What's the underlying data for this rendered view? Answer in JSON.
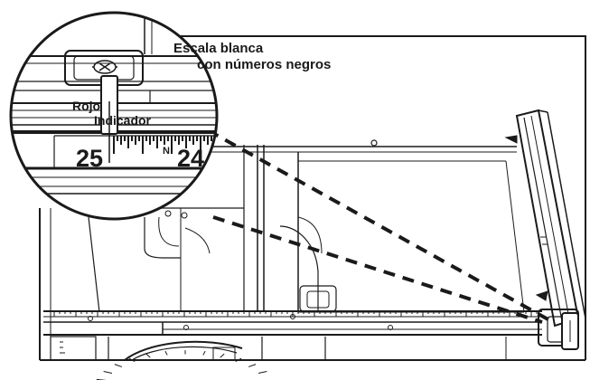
{
  "labels": {
    "scale_line1": "Escala blanca",
    "scale_line2": "con números negros",
    "indicator_line1": "Rojo",
    "indicator_line2": "Indicador"
  },
  "scale_numbers": {
    "left": "25",
    "right": "24"
  },
  "colors": {
    "ink": "#1a1a1a",
    "background": "#ffffff"
  }
}
